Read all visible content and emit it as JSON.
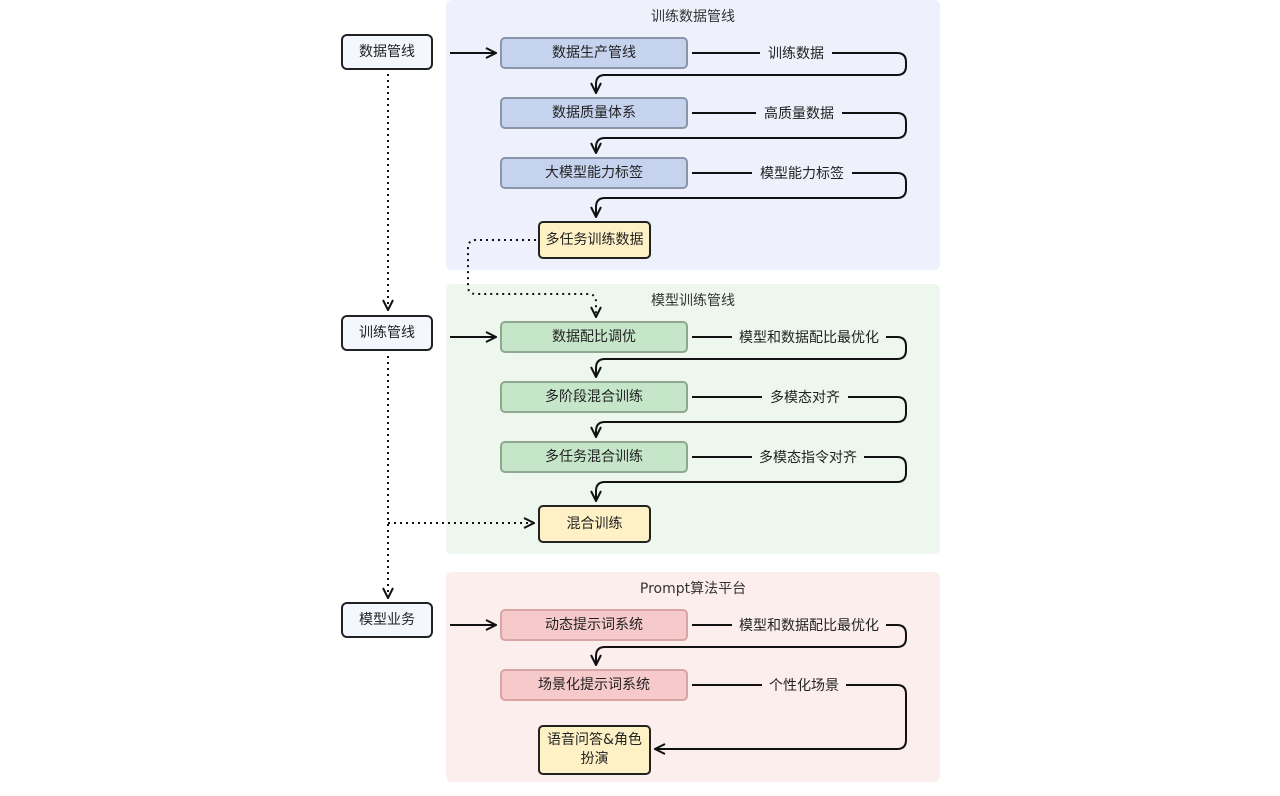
{
  "left_column": {
    "data_pipeline": "数据管线",
    "training_pipeline": "训练管线",
    "model_business": "模型业务"
  },
  "panels": {
    "training_data": {
      "title": "训练数据管线",
      "steps": [
        "数据生产管线",
        "数据质量体系",
        "大模型能力标签"
      ],
      "outputs": [
        "训练数据",
        "高质量数据",
        "模型能力标签"
      ],
      "result": "多任务训练数据"
    },
    "model_training": {
      "title": "模型训练管线",
      "steps": [
        "数据配比调优",
        "多阶段混合训练",
        "多任务混合训练"
      ],
      "outputs": [
        "模型和数据配比最优化",
        "多模态对齐",
        "多模态指令对齐"
      ],
      "result": "混合训练"
    },
    "prompt_platform": {
      "title": "Prompt算法平台",
      "steps": [
        "动态提示词系统",
        "场景化提示词系统"
      ],
      "outputs": [
        "模型和数据配比最优化",
        "个性化场景"
      ],
      "result_line1": "语音问答&角色",
      "result_line2": "扮演"
    }
  }
}
